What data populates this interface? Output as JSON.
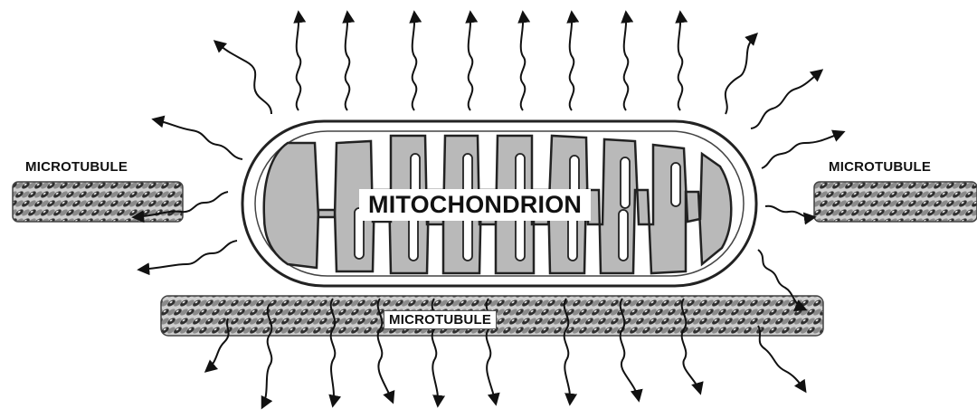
{
  "labels": {
    "organelle": "MITOCHONDRION",
    "microtubule_left": "MICROTUBULE",
    "microtubule_right": "MICROTUBULE",
    "microtubule_bottom": "MICROTUBULE"
  },
  "diagram": {
    "elements": [
      {
        "name": "mitochondrion",
        "kind": "organelle"
      },
      {
        "name": "microtubule-left",
        "kind": "microtubule"
      },
      {
        "name": "microtubule-right",
        "kind": "microtubule"
      },
      {
        "name": "microtubule-bottom",
        "kind": "microtubule"
      }
    ],
    "radiating_wave_arrows": true
  },
  "colors": {
    "outline": "#222222",
    "cristae_fill": "#b9b9b9",
    "membrane_fill": "#ffffff",
    "microtubule_dark": "#333333",
    "microtubule_light": "#d0d0d0"
  }
}
